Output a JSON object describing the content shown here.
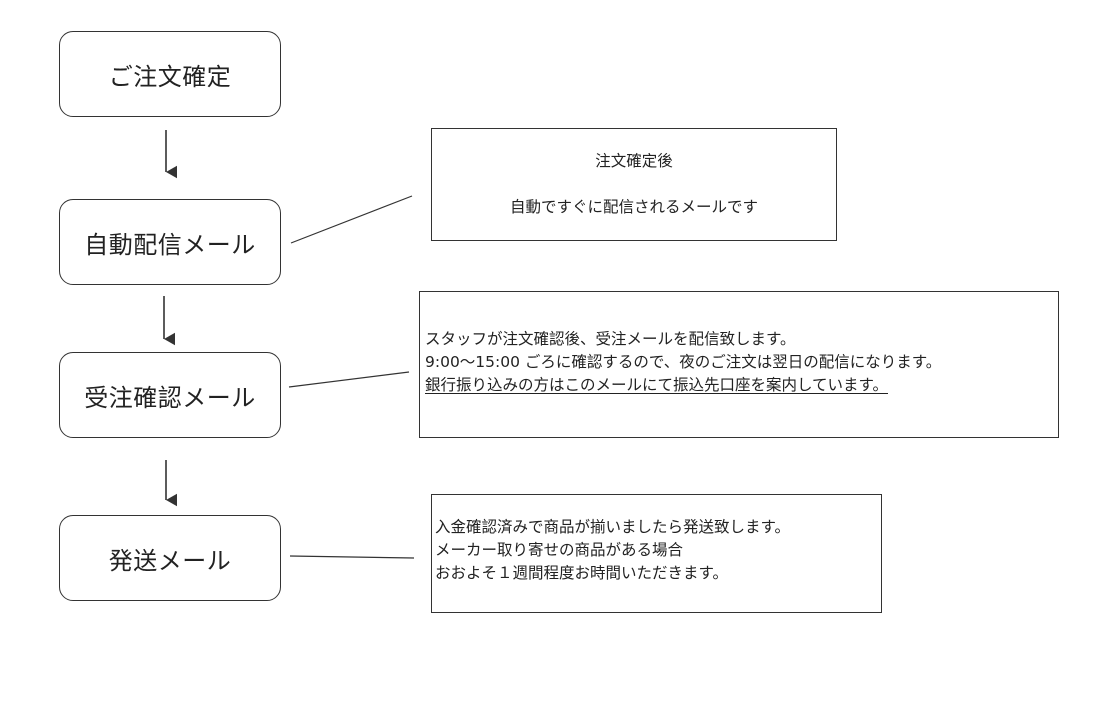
{
  "flow": {
    "steps": [
      {
        "label": "ご注文確定"
      },
      {
        "label": "自動配信メール"
      },
      {
        "label": "受注確認メール"
      },
      {
        "label": "発送メール"
      }
    ],
    "notes": [
      {
        "lines": [
          "注文確定後",
          "自動ですぐに配信されるメールです"
        ]
      },
      {
        "lines": [
          "スタッフが注文確認後、受注メールを配信致します。",
          "9:00～15:00 ごろに確認するので、夜のご注文は翌日の配信になります。",
          "銀行振り込みの方はこのメールにて振込先口座を案内しています。"
        ]
      },
      {
        "lines": [
          "入金確認済みで商品が揃いましたら発送致します。",
          "メーカー取り寄せの商品がある場合",
          "おおよそ１週間程度お時間いただきます。"
        ]
      }
    ]
  },
  "colors": {
    "line": "#333333",
    "text": "#222222",
    "background": "#ffffff"
  }
}
